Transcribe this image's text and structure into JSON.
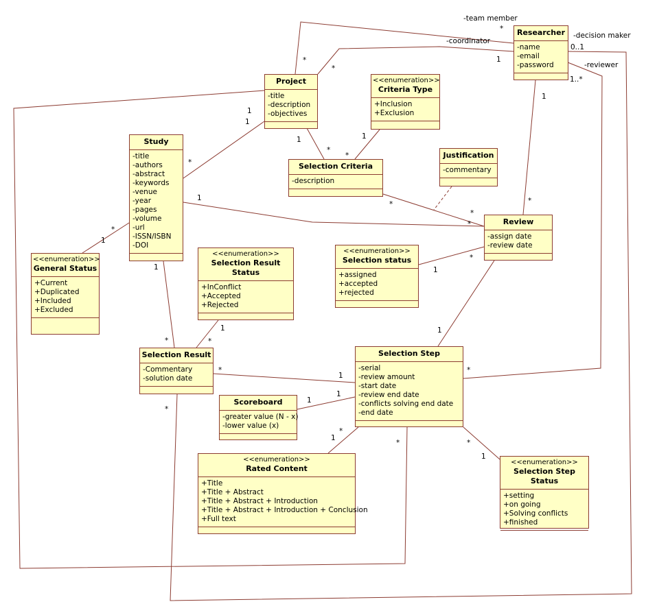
{
  "classes": {
    "researcher": {
      "name": "Researcher",
      "items": [
        "-name",
        "-email",
        "-password"
      ]
    },
    "project": {
      "name": "Project",
      "items": [
        "-title",
        "-description",
        "-objectives"
      ]
    },
    "criteria_type": {
      "stereotype": "<<enumeration>>",
      "name": "Criteria Type",
      "items": [
        "+Inclusion",
        "+Exclusion"
      ]
    },
    "justification": {
      "name": "Justification",
      "items": [
        "-commentary"
      ]
    },
    "study": {
      "name": "Study",
      "items": [
        "-title",
        "-authors",
        "-abstract",
        "-keywords",
        "-venue",
        "-year",
        "-pages",
        "-volume",
        "-url",
        "-ISSN/ISBN",
        "-DOI"
      ]
    },
    "selection_criteria": {
      "name": "Selection Criteria",
      "items": [
        "-description"
      ]
    },
    "review": {
      "name": "Review",
      "items": [
        "-assign date",
        "-review date"
      ]
    },
    "general_status": {
      "stereotype": "<<enumeration>>",
      "name": "General Status",
      "items": [
        "+Current",
        "+Duplicated",
        "+Included",
        "+Excluded"
      ]
    },
    "selection_result_status": {
      "stereotype": "<<enumeration>>",
      "name": "Selection Result Status",
      "items": [
        "+InConflict",
        "+Accepted",
        "+Rejected"
      ]
    },
    "selection_status": {
      "stereotype": "<<enumeration>>",
      "name": "Selection status",
      "items": [
        "+assigned",
        "+accepted",
        "+rejected"
      ]
    },
    "selection_result": {
      "name": "Selection Result",
      "items": [
        "-Commentary",
        "-solution date"
      ]
    },
    "selection_step": {
      "name": "Selection Step",
      "items": [
        "-serial",
        "-review amount",
        "-start date",
        "-review end date",
        "-conflicts solving end date",
        "-end date"
      ]
    },
    "scoreboard": {
      "name": "Scoreboard",
      "items": [
        "-greater value (N - x)",
        "-lower value (x)"
      ]
    },
    "rated_content": {
      "stereotype": "<<enumeration>>",
      "name": "Rated Content",
      "items": [
        "+Title",
        "+Title + Abstract",
        "+Title + Abstract + Introduction",
        "+Title + Abstract + Introduction + Conclusion",
        "+Full text"
      ]
    },
    "selection_step_status": {
      "stereotype": "<<enumeration>>",
      "name": "Selection Step Status",
      "items": [
        "+setting",
        "+on going",
        "+Solving conflicts",
        "+finished"
      ]
    }
  },
  "labels": {
    "team_member": "-team member",
    "coordinator": "-coordinator",
    "decision_maker": "-decision maker",
    "reviewer": "-reviewer",
    "m_team_star_r": "*",
    "m_team_star_p": "*",
    "m_coord_1": "1",
    "m_coord_star": "*",
    "m_dm_01": "0..1",
    "m_rev_1n": "1..*",
    "m_proj_1a": "1",
    "m_proj_1b": "1",
    "m_study_star": "*",
    "m_proj_sc_1": "1",
    "m_sc_star": "*",
    "m_ct_1": "1",
    "m_ct_star": "*",
    "m_study_1": "1",
    "m_sc_rev_star": "*",
    "m_rev_star_a": "*",
    "m_rev_star_b": "*",
    "m_res_rev_1": "1",
    "m_res_rev_star": "*",
    "m_gs_star": "*",
    "m_gs_1": "1",
    "m_study_sr_1": "1",
    "m_sr_star": "*",
    "m_srs_1": "1",
    "m_srs_star": "*",
    "m_ss_1": "1",
    "m_ss_rev_star": "*",
    "m_step_rev_1": "1",
    "m_sr_step_star": "*",
    "m_sr_step_1": "1",
    "m_score_1a": "1",
    "m_score_1b": "1",
    "m_rc_1": "1",
    "m_rc_star": "*",
    "m_step_star": "*",
    "m_step_ststar": "*",
    "m_sss_1": "1",
    "m_step_dm_star": "*",
    "m_sr_bottom_star": "*"
  }
}
